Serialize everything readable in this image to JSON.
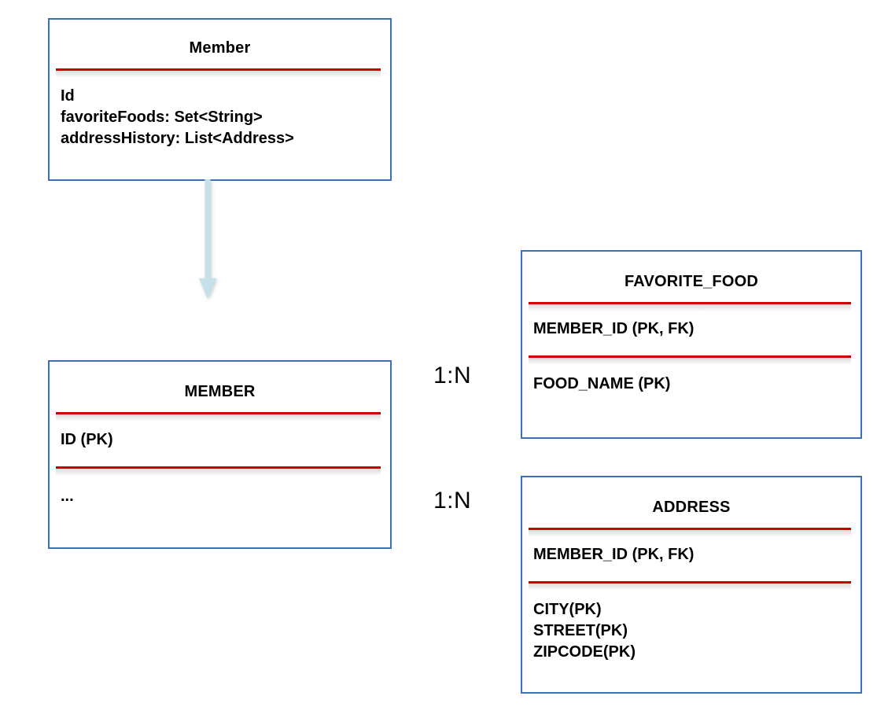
{
  "diagram": {
    "colors": {
      "box_border": "#3d6fb4",
      "divider": "#cc0000",
      "arrow": "#c5e0e8",
      "text": "#000000",
      "background": "#ffffff"
    }
  },
  "member_class": {
    "title": "Member",
    "attributes": [
      "Id",
      "favoriteFoods: Set<String>",
      "addressHistory: List<Address>"
    ]
  },
  "member_table": {
    "title": "MEMBER",
    "key_attributes": [
      "ID (PK)"
    ],
    "other_attributes": [
      "..."
    ]
  },
  "favorite_food_table": {
    "title": "FAVORITE_FOOD",
    "key_attributes": [
      "MEMBER_ID (PK, FK)"
    ],
    "other_attributes": [
      "FOOD_NAME (PK)"
    ]
  },
  "address_table": {
    "title": "ADDRESS",
    "key_attributes": [
      "MEMBER_ID (PK, FK)"
    ],
    "other_attributes": [
      "CITY(PK)",
      "STREET(PK)",
      "ZIPCODE(PK)"
    ]
  },
  "relationships": {
    "member_to_favorite_food": "1:N",
    "member_to_address": "1:N"
  },
  "connector": {
    "name": "mapping-arrow",
    "direction": "down"
  }
}
